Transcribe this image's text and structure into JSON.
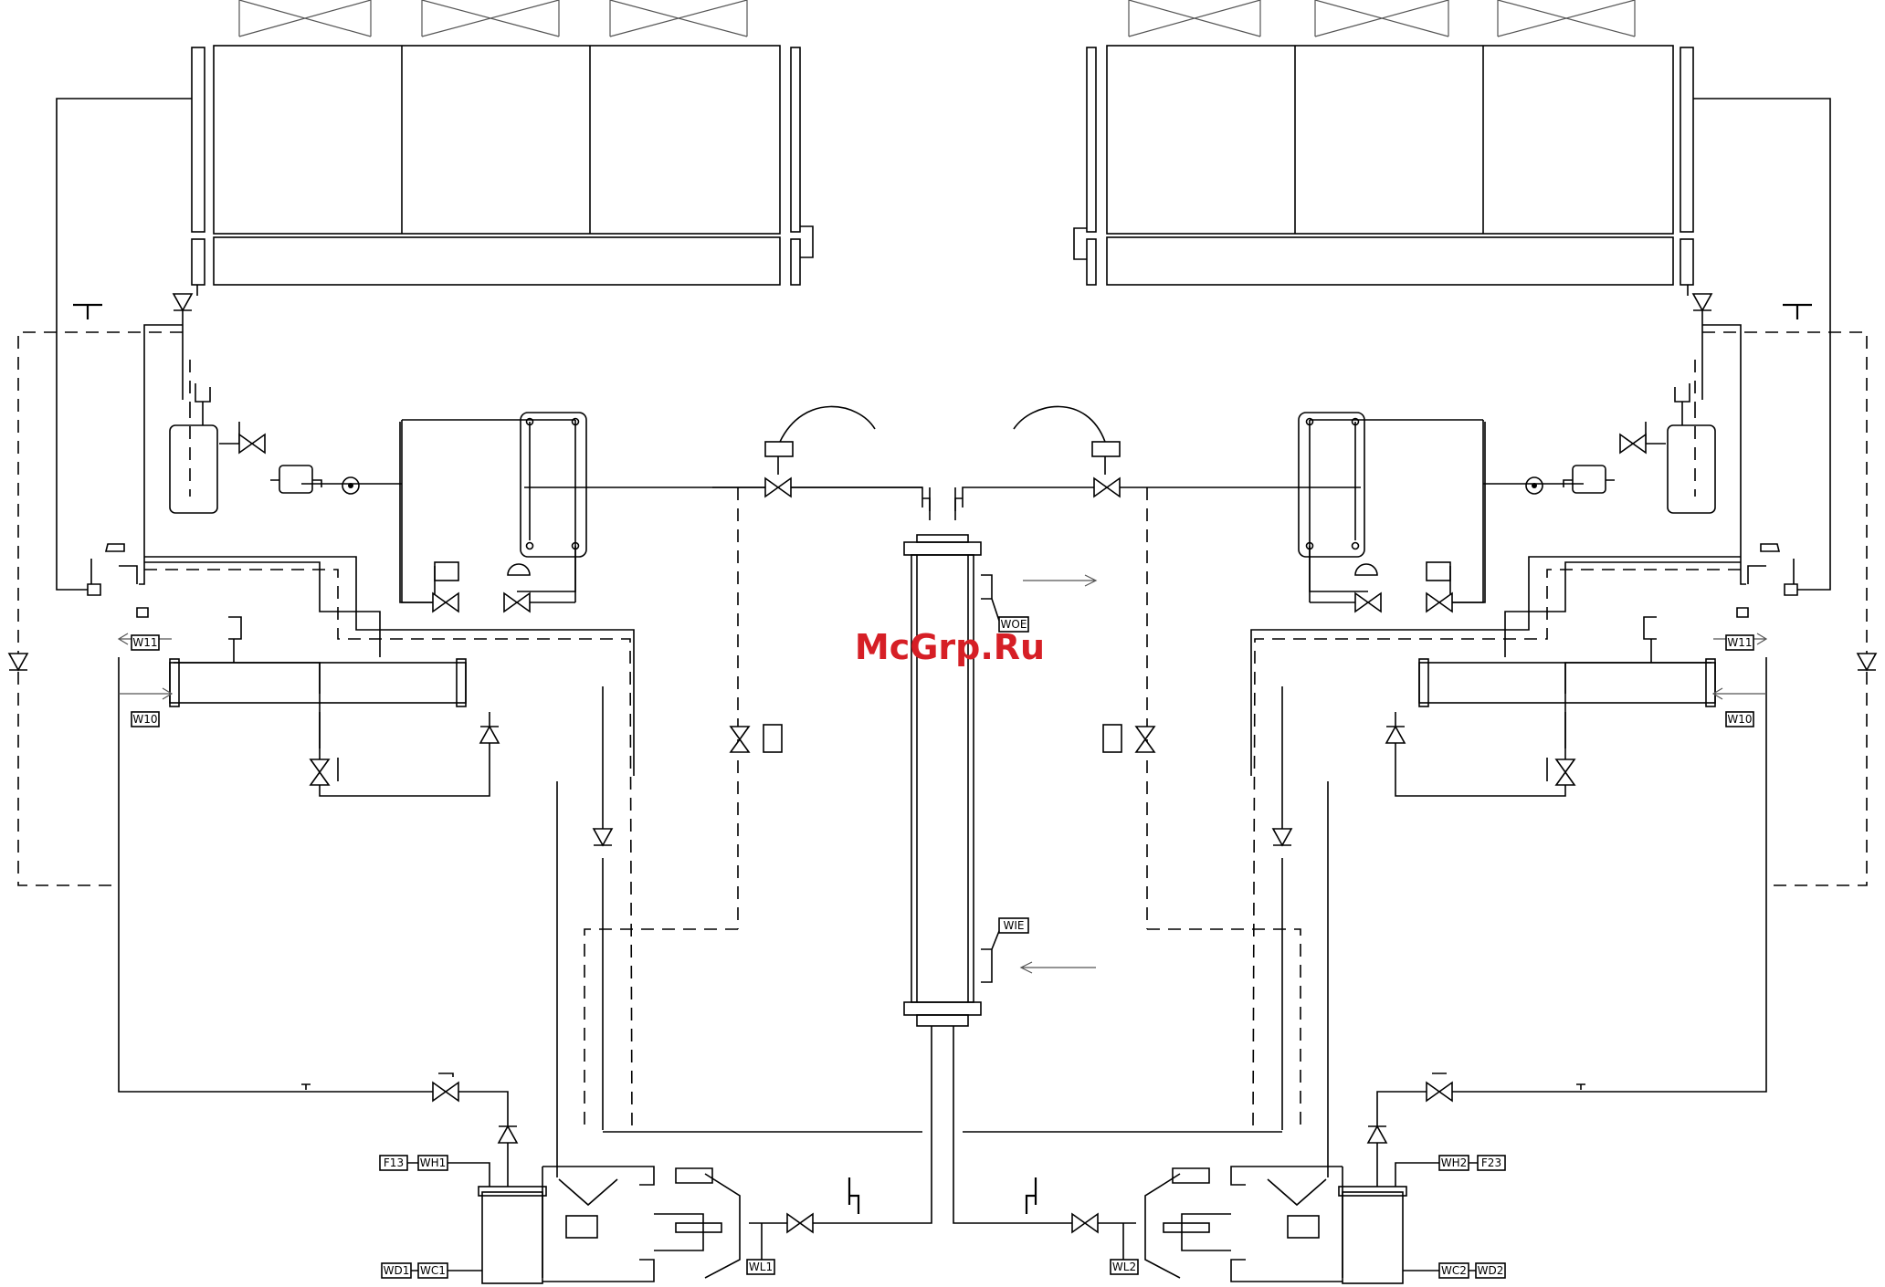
{
  "watermark": "McGrp.Ru",
  "tags": {
    "w11_left": "W11",
    "w10_left": "W10",
    "w11_right": "W11",
    "w10_right": "W10",
    "woe": "WOE",
    "wie": "WIE",
    "f13": "F13",
    "wh1": "WH1",
    "wd1": "WD1",
    "wc1": "WC1",
    "wl1": "WL1",
    "wl2": "WL2",
    "wh2": "WH2",
    "f23": "F23",
    "wc2": "WC2",
    "wd2": "WD2"
  },
  "icons": {
    "fan": "fan-x-icon",
    "valve": "valve-bowtie-icon",
    "check_valve": "check-valve-icon",
    "pump": "pump-circle-icon",
    "solenoid": "solenoid-valve-icon"
  }
}
